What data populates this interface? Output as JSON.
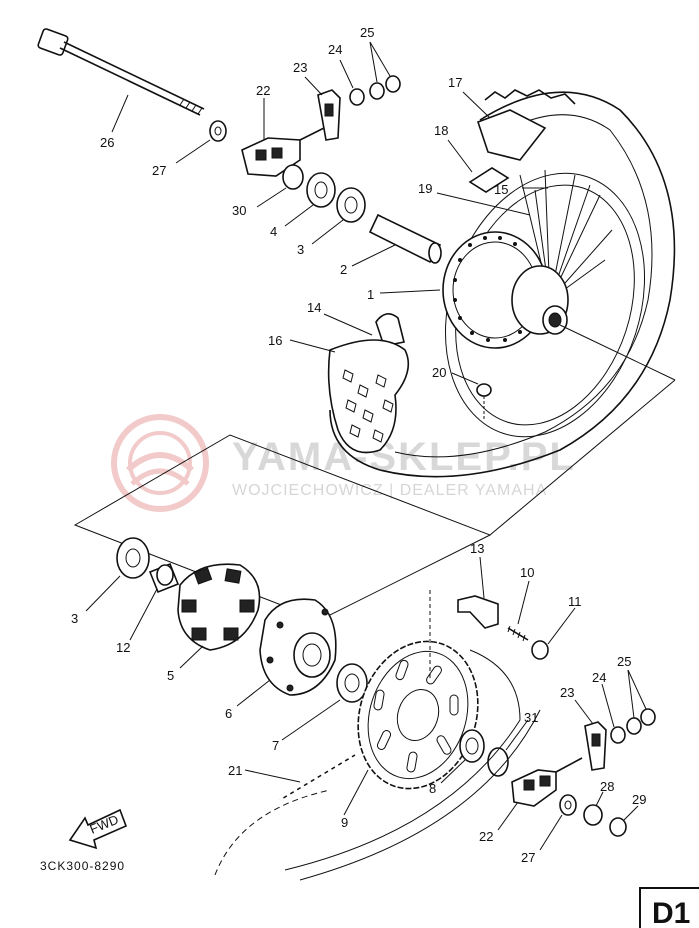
{
  "diagram": {
    "part_labels": {
      "p1": "1",
      "p2": "2",
      "p3a": "3",
      "p4": "4",
      "p14": "14",
      "p15": "15",
      "p16": "16",
      "p17": "17",
      "p18": "18",
      "p19": "19",
      "p20": "20",
      "p22a": "22",
      "p23a": "23",
      "p24a": "24",
      "p25a": "25",
      "p26": "26",
      "p27a": "27",
      "p30": "30",
      "p3b": "3",
      "p5": "5",
      "p6": "6",
      "p7": "7",
      "p8": "8",
      "p9": "9",
      "p10": "10",
      "p11": "11",
      "p12": "12",
      "p13": "13",
      "p21": "21",
      "p22b": "22",
      "p23b": "23",
      "p24b": "24",
      "p25b": "25",
      "p27b": "27",
      "p28": "28",
      "p29": "29",
      "p31": "31"
    },
    "fwd_label": "FWD",
    "drawing_code": "3CK300-8290",
    "page_tag": "D1"
  },
  "watermark": {
    "brand": "YAMA-SKLEP.PL",
    "subtitle": "WOJCIECHOWICZ | DEALER YAMAHA"
  }
}
